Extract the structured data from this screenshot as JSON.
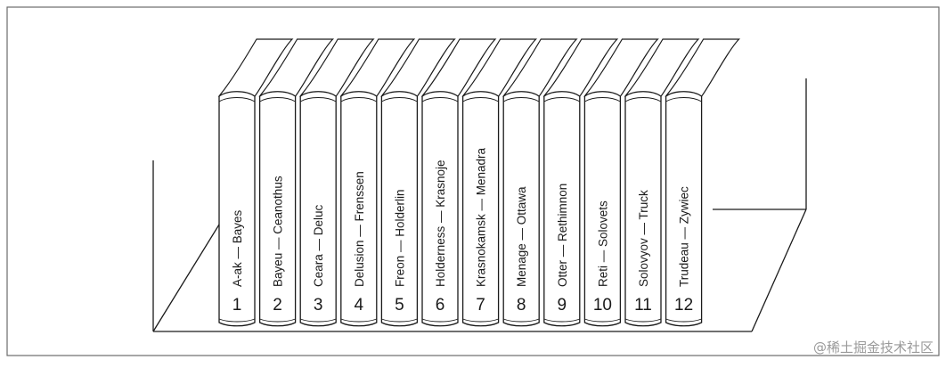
{
  "volumes": [
    {
      "number": "1",
      "range": "A-ak — Bayes"
    },
    {
      "number": "2",
      "range": "Bayeu — Ceanothus"
    },
    {
      "number": "3",
      "range": "Ceara — Deluc"
    },
    {
      "number": "4",
      "range": "Delusion — Frenssen"
    },
    {
      "number": "5",
      "range": "Freon — Holderlin"
    },
    {
      "number": "6",
      "range": "Holderness — Krasnoje"
    },
    {
      "number": "7",
      "range": "Krasnokamsk — Menadra"
    },
    {
      "number": "8",
      "range": "Menage — Ottawa"
    },
    {
      "number": "9",
      "range": "Otter — Rethimnon"
    },
    {
      "number": "10",
      "range": "Reti — Solovets"
    },
    {
      "number": "11",
      "range": "Solovyov — Truck"
    },
    {
      "number": "12",
      "range": "Trudeau — Zywiec"
    }
  ],
  "watermark": "@稀土掘金技术社区",
  "colors": {
    "line": "#1a1a1a",
    "frame": "#6b6b6b",
    "paper": "#ffffff",
    "watermark": "#9a9a9a"
  }
}
